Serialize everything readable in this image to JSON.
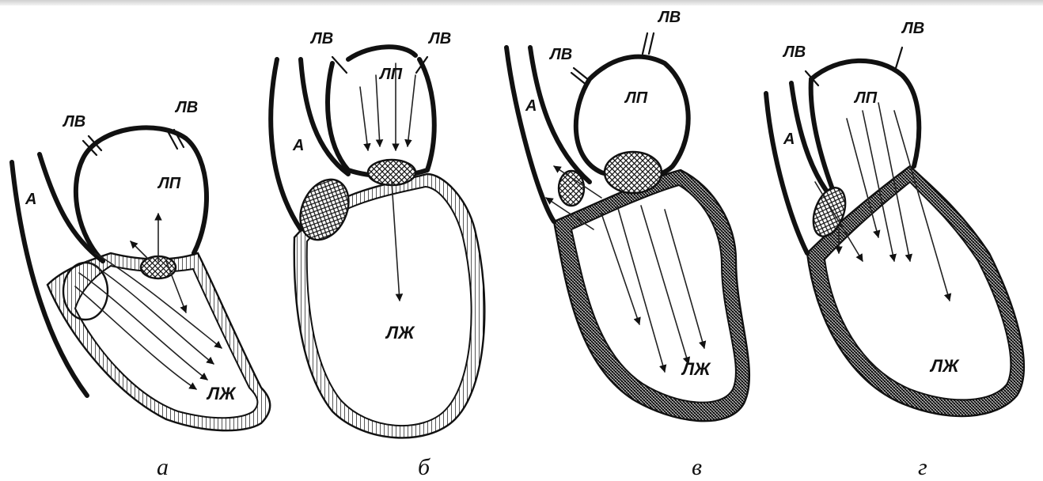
{
  "labels": {
    "pulmonary_vein": "ЛВ",
    "left_atrium": "ЛП",
    "left_ventricle": "ЛЖ",
    "aorta": "А"
  },
  "captions": [
    "а",
    "б",
    "в",
    "г"
  ]
}
